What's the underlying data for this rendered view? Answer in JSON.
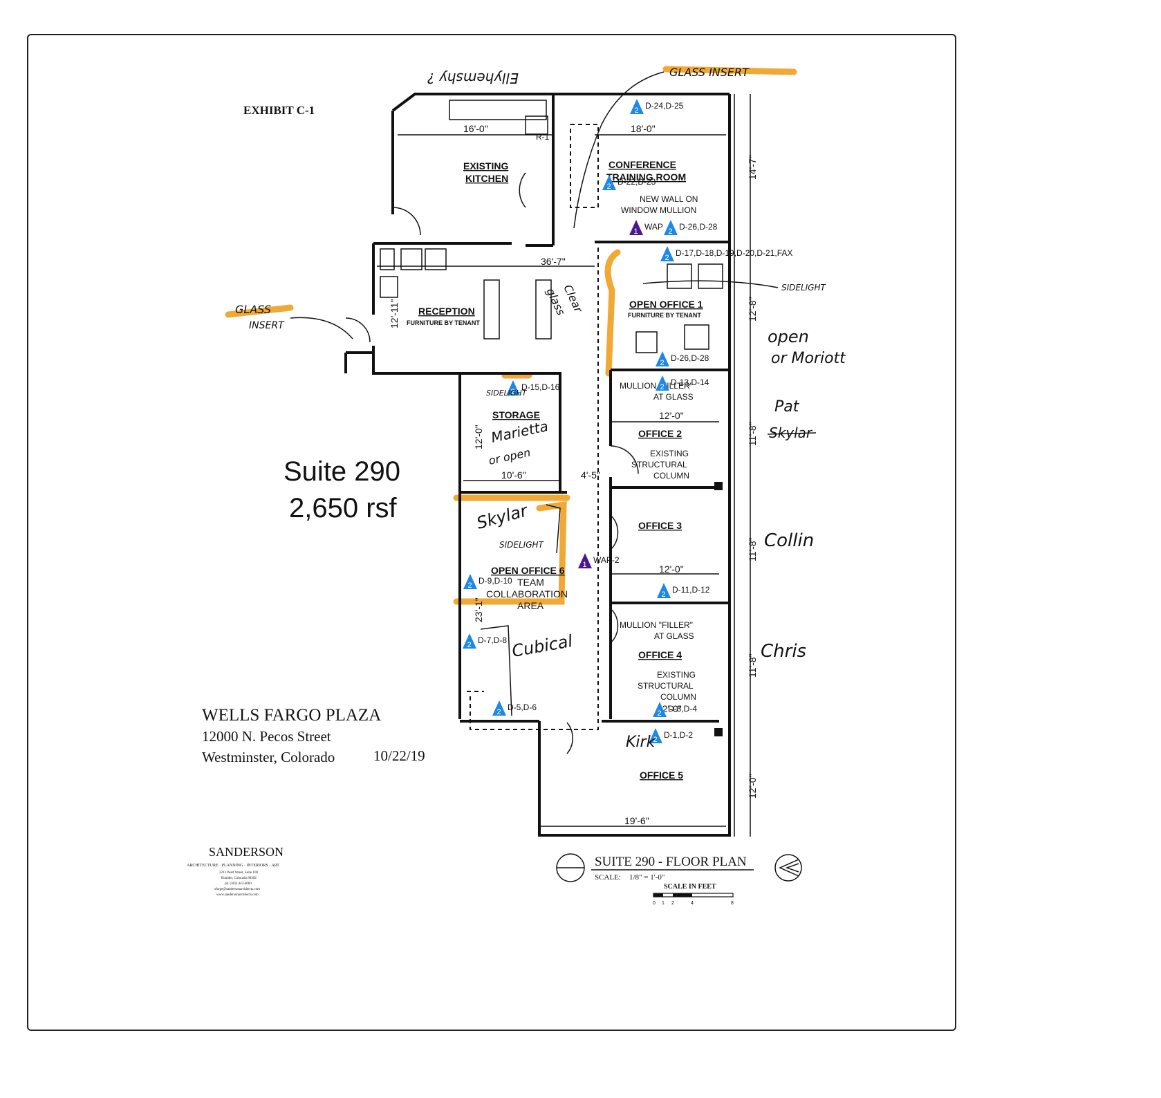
{
  "exhibit": "EXHIBIT C-1",
  "suite": {
    "name": "Suite 290",
    "area": "2,650 rsf"
  },
  "building": {
    "name": "WELLS FARGO PLAZA",
    "street": "12000 N. Pecos Street",
    "city": "Westminster, Colorado",
    "date": "10/22/19"
  },
  "firm": {
    "name": "SANDERSON",
    "tagline": "ARCHITECTURE · PLANNING · INTERIORS · ART",
    "address1": "2212 Pearl Street, Suite 100",
    "address2": "Boulder, Colorado 80302",
    "phone": "ph. (303) 443-4060",
    "email": "sforge@sandersonarchitects.com",
    "web": "www.sandersonarchitects.com"
  },
  "title_block": {
    "title": "SUITE 290 -  FLOOR PLAN",
    "scale_label": "SCALE:",
    "scale_value": "1/8\" = 1'-0\"",
    "scale_bar_label": "SCALE IN FEET",
    "scale_ticks": [
      "0",
      "1",
      "2",
      "4",
      "8"
    ]
  },
  "rooms": {
    "kitchen": [
      "EXISTING",
      "KITCHEN"
    ],
    "conference": [
      "CONFERENCE",
      "TRAINING ROOM"
    ],
    "reception": [
      "RECEPTION",
      "FURNITURE BY TENANT"
    ],
    "open_office_1": [
      "OPEN OFFICE 1",
      "FURNITURE BY TENANT"
    ],
    "storage": "STORAGE",
    "office_2": "OFFICE 2",
    "office_3": "OFFICE 3",
    "office_4": "OFFICE 4",
    "office_5": "OFFICE 5",
    "open_office_6": [
      "OPEN OFFICE 6",
      "TEAM",
      "COLLABORATION",
      "AREA"
    ]
  },
  "notes": {
    "new_wall": [
      "NEW WALL ON",
      "WINDOW MULLION"
    ],
    "mullion_filler_1": [
      "MULLION \"FILLER\"",
      "AT GLASS"
    ],
    "mullion_filler_2": [
      "MULLION \"FILLER\"",
      "AT GLASS"
    ],
    "column_1": [
      "EXISTING",
      "STRUCTURAL",
      "COLUMN"
    ],
    "column_2": [
      "EXISTING",
      "STRUCTURAL",
      "COLUMN"
    ],
    "r1": "R-1"
  },
  "dimensions": {
    "kitchen_w": "16'-0\"",
    "conf_w": "18'-0\"",
    "conf_h": "14'-7\"",
    "reception_w": "36'-7\"",
    "reception_h": "12'-11\"",
    "oo1_h": "12'-8\"",
    "storage_w": "10'-6\"",
    "storage_h": "12'-0\"",
    "corridor": "4'-5\"",
    "office2_w": "12'-0\"",
    "office2_h": "11'-8\"",
    "office3_w": "12'-0\"",
    "office3_h": "11'-8\"",
    "office4_w": "12'-0\"",
    "office4_h": "11'-8\"",
    "oo6_h": "23'-1\"",
    "office5_w": "19'-6\"",
    "office5_h": "12'-0\""
  },
  "drops": [
    {
      "num": "2",
      "label": "D-24,D-25"
    },
    {
      "num": "2",
      "label": "D-22,D-23"
    },
    {
      "num": "1",
      "label": "WAP"
    },
    {
      "num": "2",
      "label": "D-26,D-28"
    },
    {
      "num": "2",
      "label": "D-17,D-18,D-19,D-20,D-21,FAX"
    },
    {
      "num": "2",
      "label": "D-26,D-28"
    },
    {
      "num": "2",
      "label": "D-13,D-14"
    },
    {
      "num": "2",
      "label": "D-15,D-16"
    },
    {
      "num": "1",
      "label": "WAP-2"
    },
    {
      "num": "2",
      "label": "D-9,D-10"
    },
    {
      "num": "2",
      "label": "D-11,D-12"
    },
    {
      "num": "2",
      "label": "D-7,D-8"
    },
    {
      "num": "2",
      "label": "D-5,D-6"
    },
    {
      "num": "2",
      "label": "D-3,D-4"
    },
    {
      "num": "2",
      "label": "D-1,D-2"
    }
  ],
  "handwritten": {
    "top": "Ellyhemshy ?",
    "glass_insert_top": "GLASS INSERT",
    "glass_insert_left_1": "GLASS",
    "glass_insert_left_2": "INSERT",
    "sidelight_right": "SIDELIGHT",
    "open_or_moriott_1": "open",
    "open_or_moriott_2": "or Moriott",
    "pat": "Pat",
    "skylar_struck": "Skylar",
    "collin": "Collin",
    "chris": "Chris",
    "kirk": "Kirk",
    "marietta_1": "Marietta",
    "marietta_2": "or open",
    "skylar": "Skylar",
    "sidelight_oo6": "SIDELIGHT",
    "sidelight_storage": "SIDELIGHT",
    "clear_glass_1": "Clear",
    "clear_glass_2": "glass",
    "cubical": "Cubical"
  },
  "colors": {
    "drop_blue": "#1e88e5",
    "wap_purple": "#4a1a8c",
    "highlight": "#f0a020"
  }
}
